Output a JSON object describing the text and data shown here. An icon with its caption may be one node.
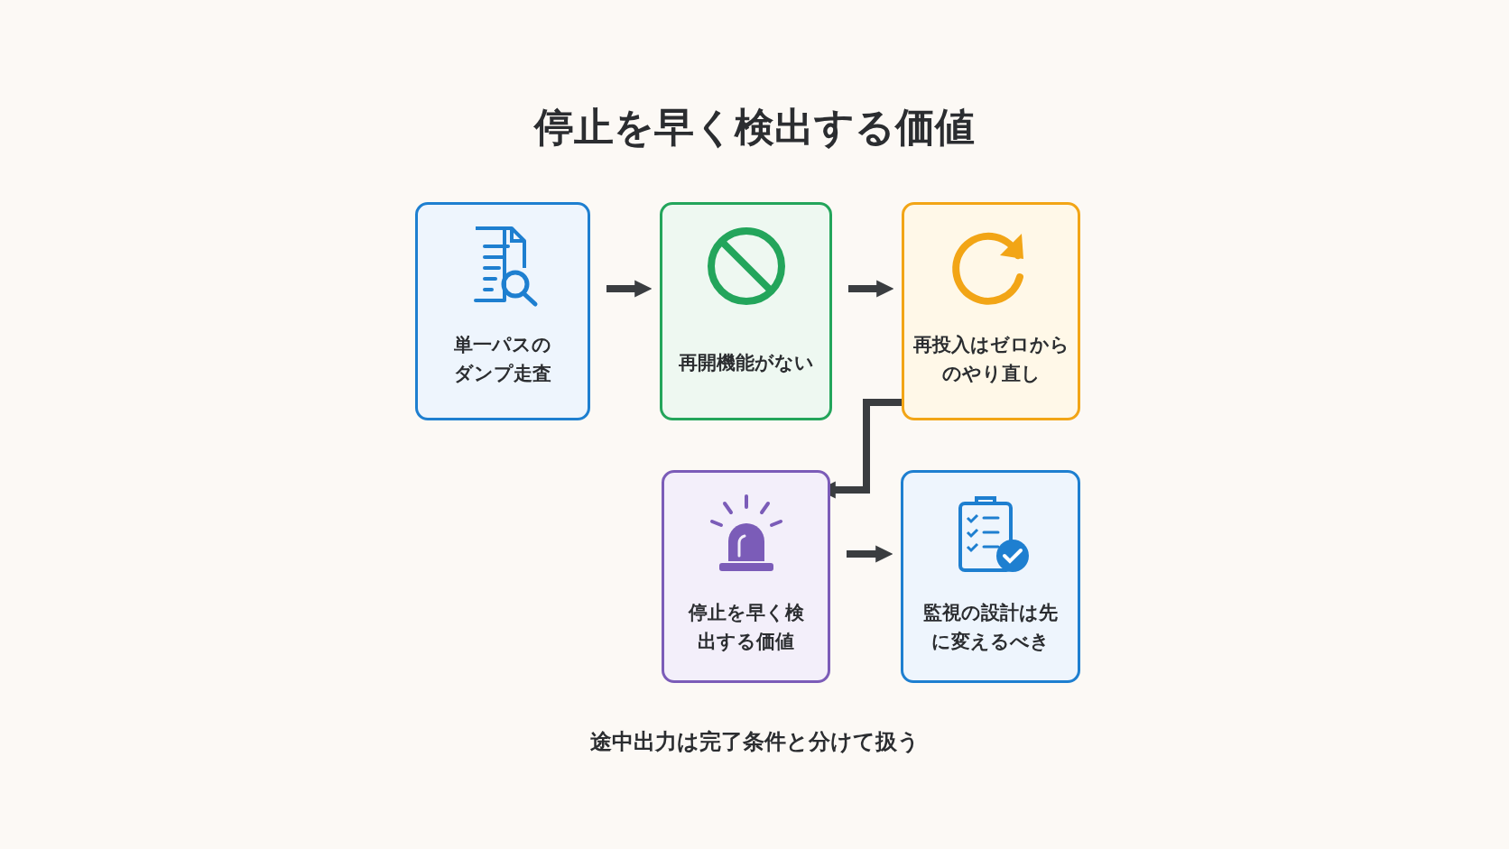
{
  "diagram": {
    "title": "停止を早く検出する価値",
    "caption": "途中出力は完了条件と分けて扱う",
    "nodes": [
      {
        "text": [
          "単一パスのダンプ走査"
        ]
      },
      {
        "text": [
          "再開機能がない"
        ]
      },
      {
        "text": [
          "再投入はゼロからのやり直し"
        ]
      },
      {
        "text": [
          "停止を早く検出する価値"
        ]
      },
      {
        "text": [
          "監視の設計は先に変えるべき"
        ]
      }
    ],
    "edges": [
      {
        "from": 0,
        "to": 1,
        "arrow": "to"
      },
      {
        "from": 1,
        "to": 2,
        "arrow": "to"
      },
      {
        "from": 2,
        "to": 3,
        "arrow": "to"
      },
      {
        "from": 3,
        "to": 4,
        "arrow": "to"
      }
    ]
  }
}
